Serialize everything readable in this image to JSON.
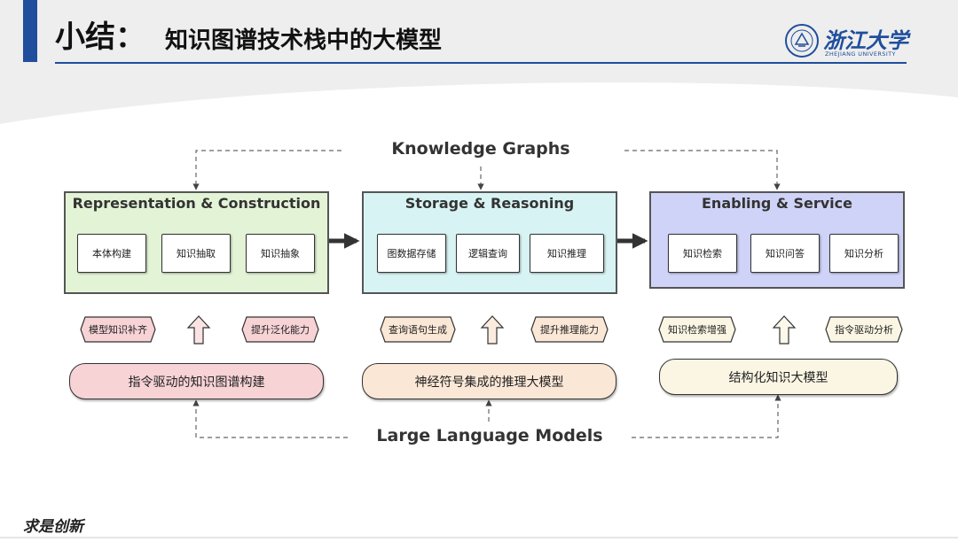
{
  "header": {
    "title_main": "小结：",
    "title_sub": "知识图谱技术栈中的大模型",
    "logo_text": "浙江大学",
    "logo_sub": "ZHEJIANG UNIVERSITY"
  },
  "diagram": {
    "top_label": "Knowledge Graphs",
    "bottom_label": "Large Language Models",
    "groups": [
      {
        "title": "Representation & Construction",
        "items": [
          "本体构建",
          "知识抽取",
          "知识抽象"
        ],
        "fill": "#e3f4d6"
      },
      {
        "title": "Storage & Reasoning",
        "items": [
          "图数据存储",
          "逻辑查询",
          "知识推理"
        ],
        "fill": "#d8f3f3"
      },
      {
        "title": "Enabling & Service",
        "items": [
          "知识检索",
          "知识问答",
          "知识分析"
        ],
        "fill": "#cfd3f7"
      }
    ],
    "tags": [
      {
        "left": "模型知识补齐",
        "right": "提升泛化能力",
        "fill": "#f7d3d6"
      },
      {
        "left": "查询语句生成",
        "right": "提升推理能力",
        "fill": "#fbe7d6"
      },
      {
        "left": "知识检索增强",
        "right": "指令驱动分析",
        "fill": "#fbf6e4"
      }
    ],
    "pills": [
      {
        "label": "指令驱动的知识图谱构建",
        "fill": "#f7d3d6"
      },
      {
        "label": "神经符号集成的推理大模型",
        "fill": "#fbe7d6"
      },
      {
        "label": "结构化知识大模型",
        "fill": "#fbf6e4"
      }
    ]
  },
  "footer": {
    "logo": "求是创新"
  }
}
